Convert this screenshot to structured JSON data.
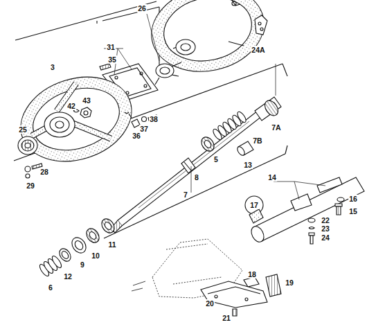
{
  "diagram": {
    "labels": [
      "26",
      "24A",
      "31",
      "35",
      "3",
      "43",
      "42",
      "37",
      "38",
      "36",
      "25",
      "28",
      "29",
      "7A",
      "7B",
      "5",
      "13",
      "8",
      "7",
      "14",
      "16",
      "15",
      "17",
      "22",
      "23",
      "24",
      "11",
      "10",
      "9",
      "12",
      "6",
      "18",
      "19",
      "20",
      "21"
    ]
  }
}
